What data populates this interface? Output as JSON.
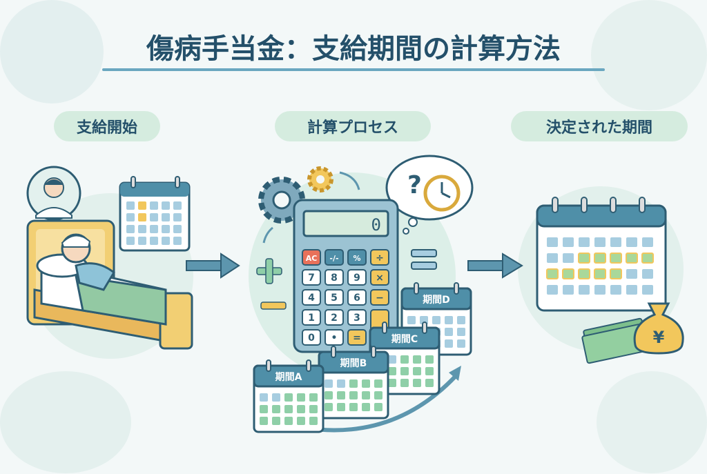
{
  "title": "傷病手当金：支給期間の計算方法",
  "sections": [
    {
      "label": "支給開始"
    },
    {
      "label": "計算プロセス"
    },
    {
      "label": "決定された期間"
    }
  ],
  "calculator": {
    "display": "0",
    "keys": [
      [
        "AC",
        "-/-",
        "%",
        "÷"
      ],
      [
        "7",
        "8",
        "9",
        "×"
      ],
      [
        "4",
        "5",
        "6",
        "−"
      ],
      [
        "1",
        "2",
        "3",
        ""
      ],
      [
        "0",
        "•",
        "=",
        ""
      ]
    ]
  },
  "periods": [
    "期間A",
    "期間B",
    "期間C",
    "期間D"
  ],
  "money_symbol": "¥",
  "colors": {
    "title": "#24506a",
    "pill": "#d5ecdf",
    "outline": "#2e5d73",
    "calc_body": "#9cc3d3",
    "yellow": "#f2c75c",
    "green": "#8fcfa8",
    "blue": "#a7cde0",
    "ac_red": "#e8715a"
  }
}
